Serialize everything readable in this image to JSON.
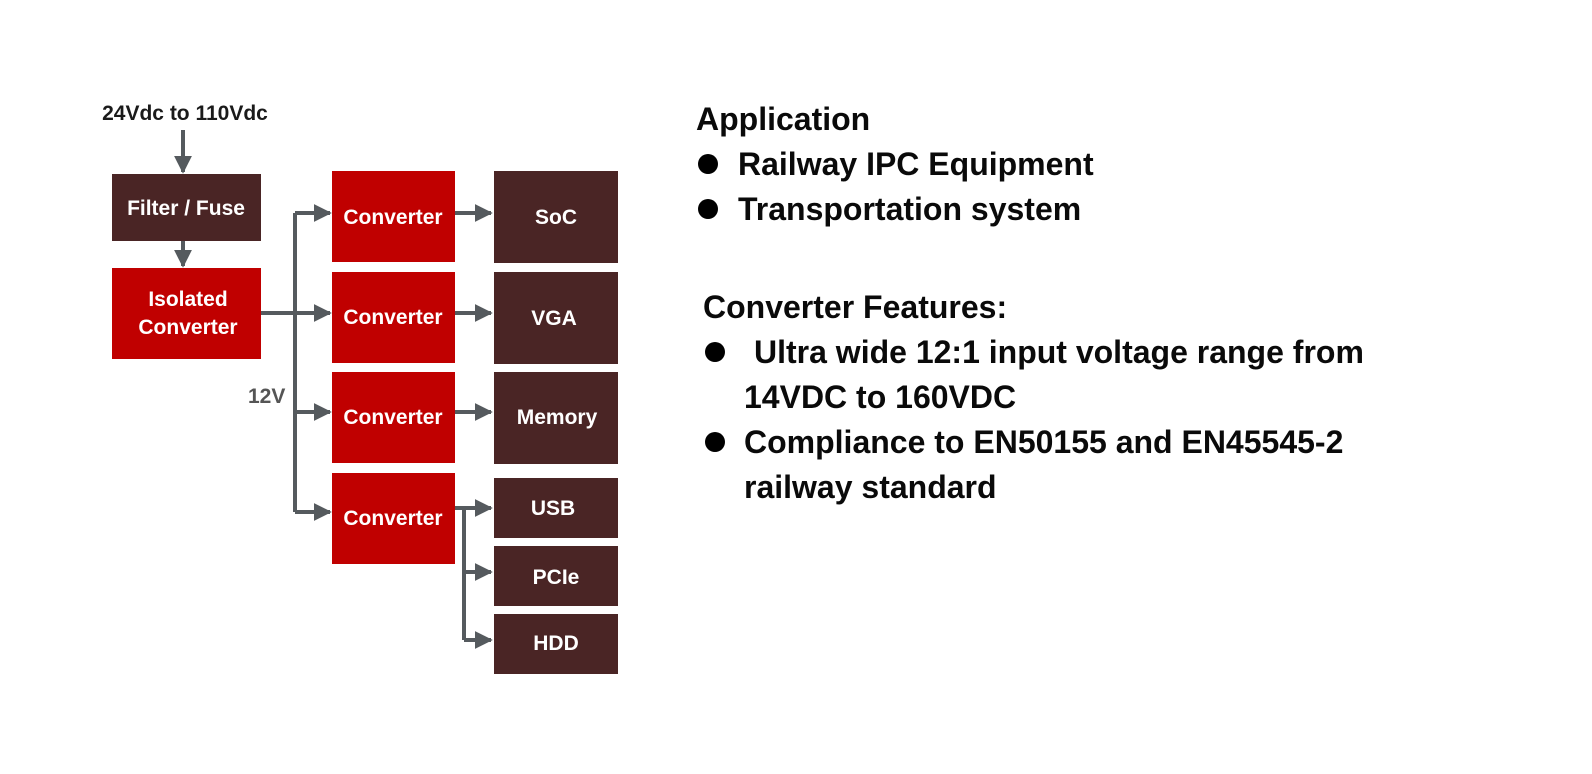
{
  "diagram": {
    "input_label": "24Vdc to 110Vdc",
    "filter_fuse": "Filter / Fuse",
    "isolated_converter": [
      "Isolated",
      "Converter"
    ],
    "bus_label": "12V",
    "converters": [
      "Converter",
      "Converter",
      "Converter",
      "Converter"
    ],
    "loads": [
      "SoC",
      "VGA",
      "Memory",
      "USB",
      "PCIe",
      "HDD"
    ],
    "colors": {
      "converter_red": "#C00000",
      "load_brown": "#4A2525",
      "arrow_grey": "#555A5E"
    }
  },
  "application": {
    "heading": "Application",
    "items": [
      "Railway IPC Equipment",
      "Transportation system"
    ]
  },
  "features": {
    "heading": "Converter Features:",
    "items": [
      [
        "Ultra wide 12:1 input voltage range from",
        "14VDC to 160VDC"
      ],
      [
        "Compliance to EN50155 and EN45545-2",
        "railway standard"
      ]
    ]
  }
}
